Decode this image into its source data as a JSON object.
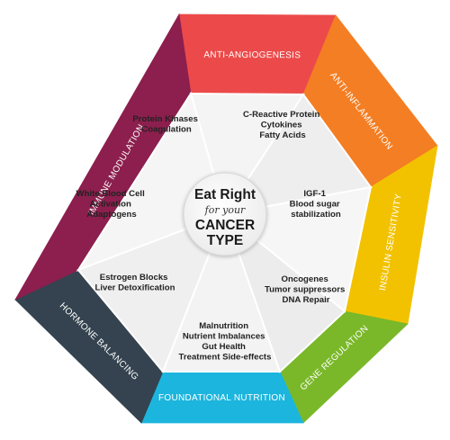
{
  "center": {
    "line1": "Eat Right",
    "line2": "for your",
    "line3": "CANCER",
    "line4": "TYPE"
  },
  "edges": [
    {
      "label": "ANTI-ANGIOGENESIS",
      "color": "#ec4a4a"
    },
    {
      "label": "ANTI-INFLAMMATION",
      "color": "#f47e23"
    },
    {
      "label": "INSULIN SENSITIVITY",
      "color": "#f2c200"
    },
    {
      "label": "GENE REGULATION",
      "color": "#7ab829"
    },
    {
      "label": "FOUNDATIONAL NUTRITION",
      "color": "#1cb5dd"
    },
    {
      "label": "HORMONE BALANCING",
      "color": "#34434f"
    },
    {
      "label": "IMMUNE MODULATION",
      "color": "#8c1f4e"
    }
  ],
  "segments": [
    {
      "lines": [
        "Protein Kinases",
        "Coagulation"
      ]
    },
    {
      "lines": [
        "C-Reactive Protein",
        "Cytokines",
        "Fatty Acids"
      ]
    },
    {
      "lines": [
        "IGF-1",
        "Blood sugar",
        "stabilization"
      ]
    },
    {
      "lines": [
        "Oncogenes",
        "Tumor suppressors",
        "DNA Repair"
      ]
    },
    {
      "lines": [
        "Malnutrition",
        "Nutrient Imbalances",
        "Gut Health",
        "Treatment Side-effects"
      ]
    },
    {
      "lines": [
        "Estrogen Blocks",
        "Liver Detoxification"
      ]
    },
    {
      "lines": [
        "White Blood Cell",
        "Activation",
        "Adaptogens"
      ]
    }
  ]
}
